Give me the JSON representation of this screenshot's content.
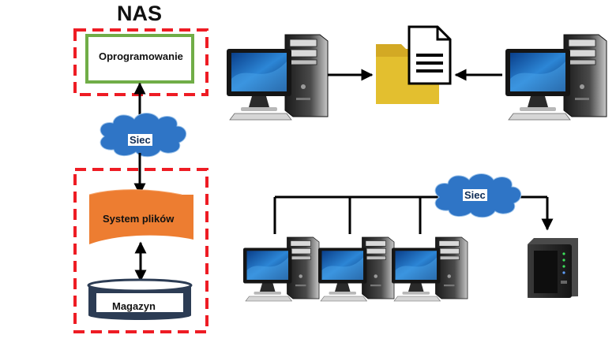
{
  "title": "NAS",
  "nas_stack": {
    "software_label": "Oprogramowanie",
    "network_label": "Siec",
    "filesystem_label": "System plików",
    "storage_label": "Magazyn"
  },
  "network_diagram": {
    "network_label": "Siec"
  },
  "colors": {
    "dashed_border": "#ee1c24",
    "software_border": "#70ad47",
    "cloud_fill": "#2f75c6",
    "cloud_text": "#ffffff",
    "filesystem_fill": "#ed7d31",
    "storage_fill": "#2c3c54",
    "folder_fill": "#e3bf2f",
    "line": "#000000"
  }
}
